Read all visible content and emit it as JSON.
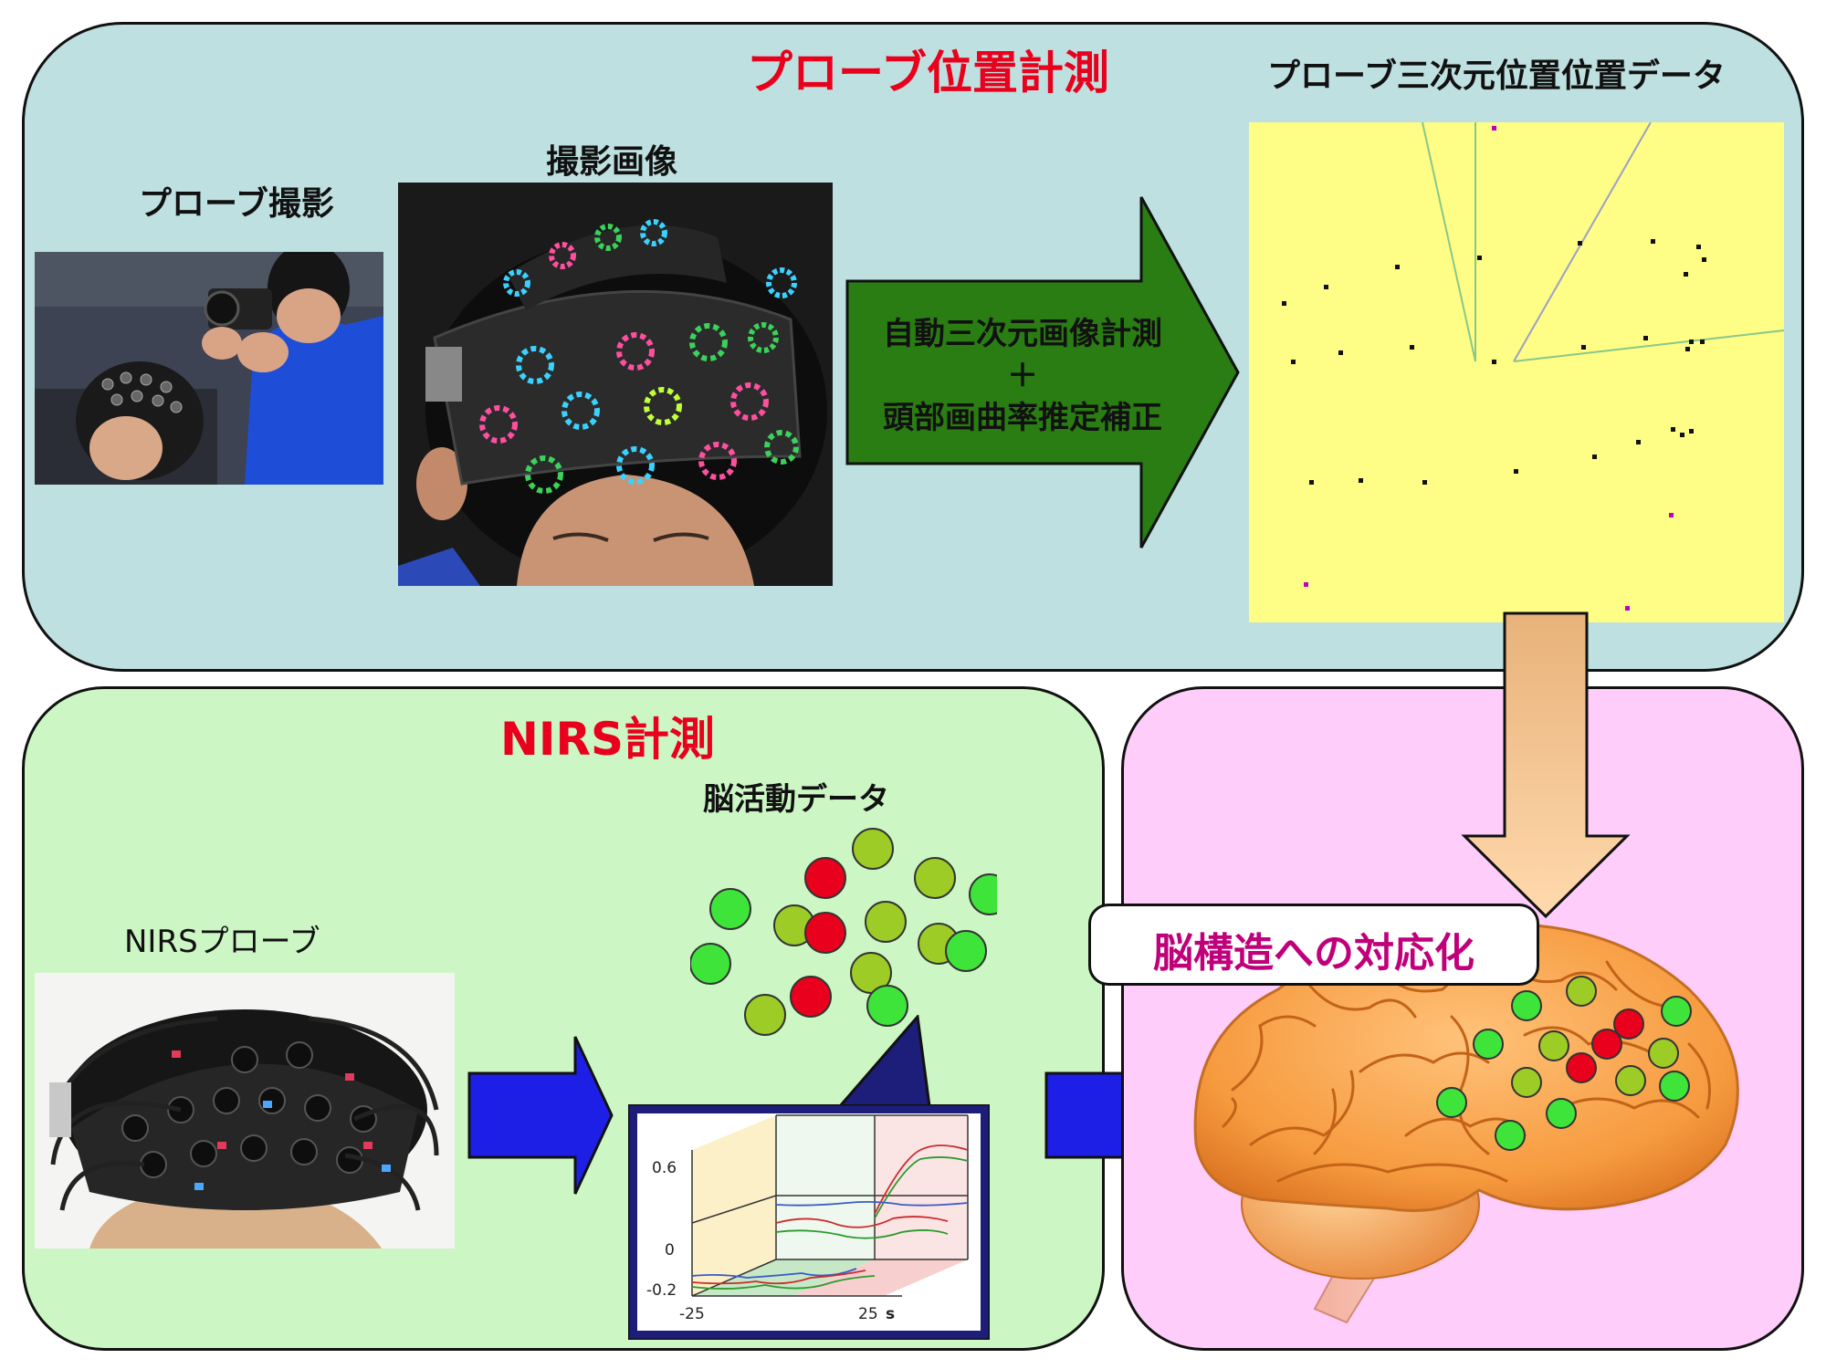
{
  "top": {
    "title": "プローブ位置計測",
    "label_camera": "プローブ撮影",
    "label_image": "撮影画像",
    "label_3d": "プローブ三次元位置位置データ",
    "arrow_line1": "自動三次元画像計測",
    "arrow_plus": "＋",
    "arrow_line2": "頭部画曲率推定補正"
  },
  "nirs": {
    "title": "NIRS計測",
    "label_probe": "NIRSプローブ",
    "label_activity": "脳活動データ"
  },
  "brain": {
    "callout": "脳構造への対応化"
  },
  "graph": {
    "y_ticks": [
      "0.6",
      "0",
      "-0.2"
    ],
    "x_ticks": [
      "-25",
      "25"
    ],
    "x_unit": "s"
  },
  "colors": {
    "title_red": "#e8001c",
    "callout_magenta": "#c0007a",
    "green_arrow": "#2a7d12",
    "blue_arrow": "#1d1fe6",
    "tan_arrow": "#d6a26c",
    "active_red": "#e8001c",
    "inactive_green": "#3ee43a",
    "mid_green": "#9ccc25"
  },
  "activity_dots": [
    {
      "state": "mid"
    },
    {
      "state": "red"
    },
    {
      "state": "mid"
    },
    {
      "state": "green"
    },
    {
      "state": "green"
    },
    {
      "state": "mid"
    },
    {
      "state": "red"
    },
    {
      "state": "mid"
    },
    {
      "state": "mid"
    },
    {
      "state": "green"
    },
    {
      "state": "mid"
    },
    {
      "state": "red"
    },
    {
      "state": "mid"
    },
    {
      "state": "green"
    },
    {
      "state": "green"
    }
  ],
  "brain_dots": [
    {
      "state": "green"
    },
    {
      "state": "mid"
    },
    {
      "state": "red"
    },
    {
      "state": "green"
    },
    {
      "state": "green"
    },
    {
      "state": "mid"
    },
    {
      "state": "red"
    },
    {
      "state": "mid"
    },
    {
      "state": "green"
    },
    {
      "state": "mid"
    },
    {
      "state": "red"
    },
    {
      "state": "mid"
    },
    {
      "state": "green"
    },
    {
      "state": "green"
    },
    {
      "state": "green"
    }
  ]
}
